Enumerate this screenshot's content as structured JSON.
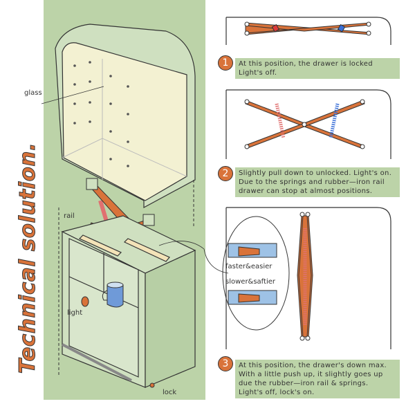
{
  "title": "Technical solution.",
  "labels": {
    "glass": "glass",
    "rail": "rail",
    "light": "light",
    "lock": "lock",
    "faster": "faster&easier",
    "slower": "slower&saftier"
  },
  "steps": [
    {
      "number": "1",
      "text": "At this position, the drawer is locked\nLight's off."
    },
    {
      "number": "2",
      "text": "Slightly pull down to unlocked. Light's on.\nDue to the springs and rubber—iron rail\ndrawer can stop at almost positions."
    },
    {
      "number": "3",
      "text": "At this position, the drawer's down max.\nWith a little push up, it slightly goes up\ndue the rubber—iron rail & springs.\nLight's off, lock's on."
    }
  ],
  "colors": {
    "panel": "#bcd3a8",
    "accent": "#d9733a",
    "glass": "#f3f1d2",
    "spring_red": "#e07070",
    "spring_blue": "#3a6fd8"
  }
}
